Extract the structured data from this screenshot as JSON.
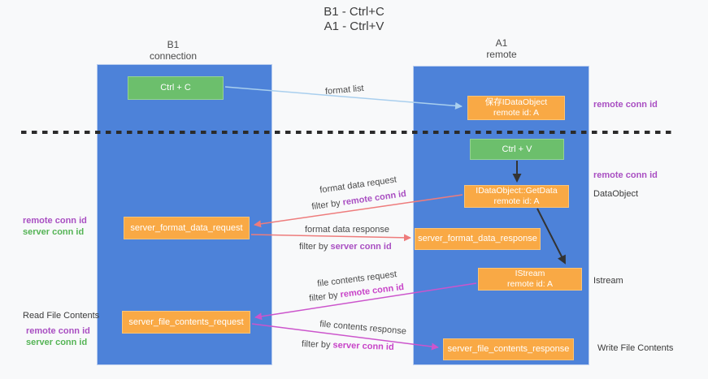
{
  "title": {
    "line1": "B1 - Ctrl+C",
    "line2": "A1 - Ctrl+V"
  },
  "columns": {
    "left": {
      "header_line1": "B1",
      "header_line2": "connection"
    },
    "right": {
      "header_line1": "A1",
      "header_line2": "remote"
    }
  },
  "boxes": {
    "ctrl_c": {
      "label": "Ctrl + C"
    },
    "save_dataobject": {
      "line1": "保存IDataObject",
      "line2": "remote id: A"
    },
    "ctrl_v": {
      "label": "Ctrl + V"
    },
    "getdata": {
      "line1": "IDataObject::GetData",
      "line2": "remote id: A"
    },
    "format_request": {
      "label": "server_format_data_request"
    },
    "format_response": {
      "label": "server_format_data_response"
    },
    "istream": {
      "line1": "IStream",
      "line2": "remote id: A"
    },
    "file_request": {
      "label": "server_file_contents_request"
    },
    "file_response": {
      "label": "server_file_contents_response"
    }
  },
  "flow_labels": {
    "format_list": "format list",
    "format_data_request": "format data request",
    "format_data_response": "format data response",
    "file_contents_request": "file contents request",
    "file_contents_response": "file contents response",
    "filter_by": "filter by ",
    "remote_conn_id": "remote conn id",
    "server_conn_id": "server conn id"
  },
  "side_labels": {
    "remote_conn_id": "remote conn id",
    "server_conn_id": "server conn id",
    "dataobject": "DataObject",
    "istream": "Istream",
    "read_file_contents": "Read File Contents",
    "write_file_contents": "Write File Contents"
  },
  "colors": {
    "column_blue": "#4d82d9",
    "box_orange": "#f9a945",
    "box_green": "#6cbf6c",
    "purple_label": "#a94fc2",
    "green_label": "#55b455",
    "magenta_label": "#c844c8",
    "salmon_arrow": "#ee7c7c",
    "magenta_arrow": "#cc55cc",
    "light_blue_arrow": "#a9cfee",
    "black_arrow": "#333333",
    "dashed_line": "#2b2b2b"
  }
}
